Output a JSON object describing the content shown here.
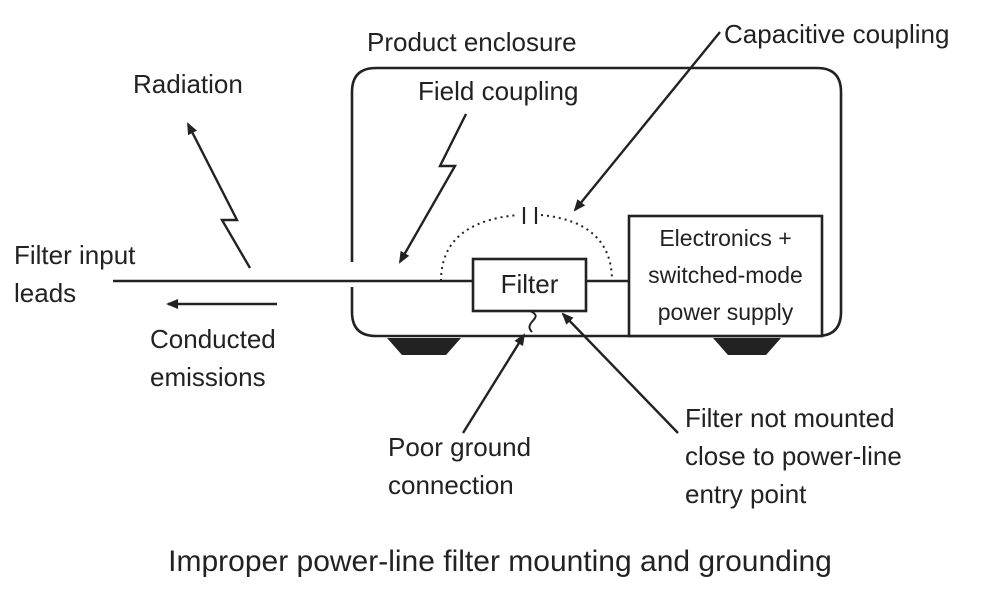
{
  "caption": "Improper power-line filter mounting and grounding",
  "labels": {
    "product_enclosure": "Product enclosure",
    "capacitive_coupling": "Capacitive coupling",
    "radiation": "Radiation",
    "field_coupling": "Field coupling",
    "filter_input_leads": [
      "Filter input",
      "leads"
    ],
    "conducted_emissions": [
      "Conducted",
      "emissions"
    ],
    "filter": "Filter",
    "electronics": [
      "Electronics +",
      "switched-mode",
      "power supply"
    ],
    "poor_ground": [
      "Poor ground",
      "connection"
    ],
    "filter_not_mounted": [
      "Filter not mounted",
      "close to power-line",
      "entry point"
    ]
  },
  "colors": {
    "ink": "#222222",
    "background": "#ffffff"
  }
}
